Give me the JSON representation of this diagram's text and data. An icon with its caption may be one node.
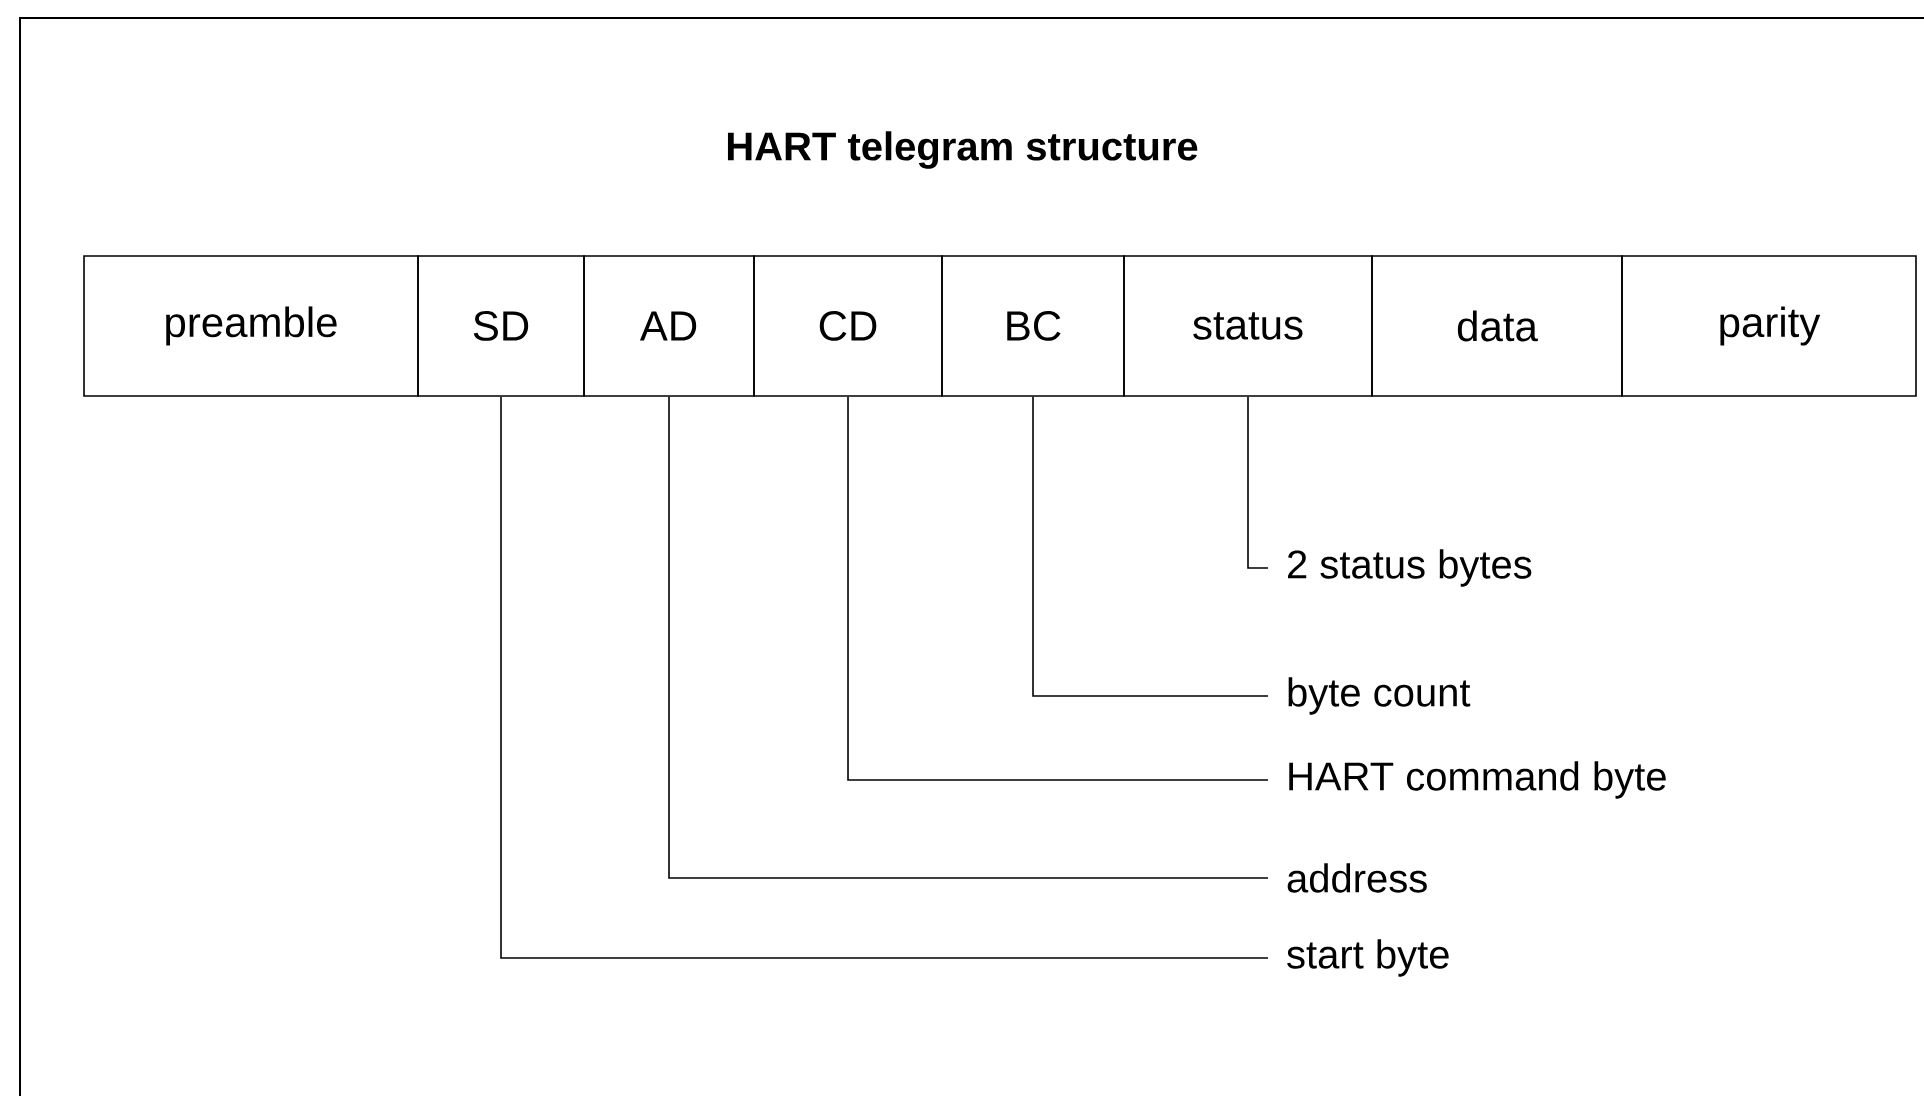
{
  "diagram": {
    "title": "HART telegram structure",
    "nodes": [
      {
        "text": [
          "preamble"
        ]
      },
      {
        "text": [
          "SD"
        ]
      },
      {
        "text": [
          "AD"
        ]
      },
      {
        "text": [
          "CD"
        ]
      },
      {
        "text": [
          "BC"
        ]
      },
      {
        "text": [
          "status"
        ]
      },
      {
        "text": [
          "data"
        ]
      },
      {
        "text": [
          "parity"
        ]
      },
      {
        "text": [
          "2 status bytes"
        ]
      },
      {
        "text": [
          "byte count"
        ]
      },
      {
        "text": [
          "HART command byte"
        ]
      },
      {
        "text": [
          "address"
        ]
      },
      {
        "text": [
          "start byte"
        ]
      }
    ],
    "edges": [
      {
        "from": 8,
        "to": 5,
        "arrow": "none"
      },
      {
        "from": 9,
        "to": 4,
        "arrow": "none"
      },
      {
        "from": 10,
        "to": 3,
        "arrow": "none"
      },
      {
        "from": 11,
        "to": 2,
        "arrow": "none"
      },
      {
        "from": 12,
        "to": 1,
        "arrow": "none"
      }
    ]
  }
}
